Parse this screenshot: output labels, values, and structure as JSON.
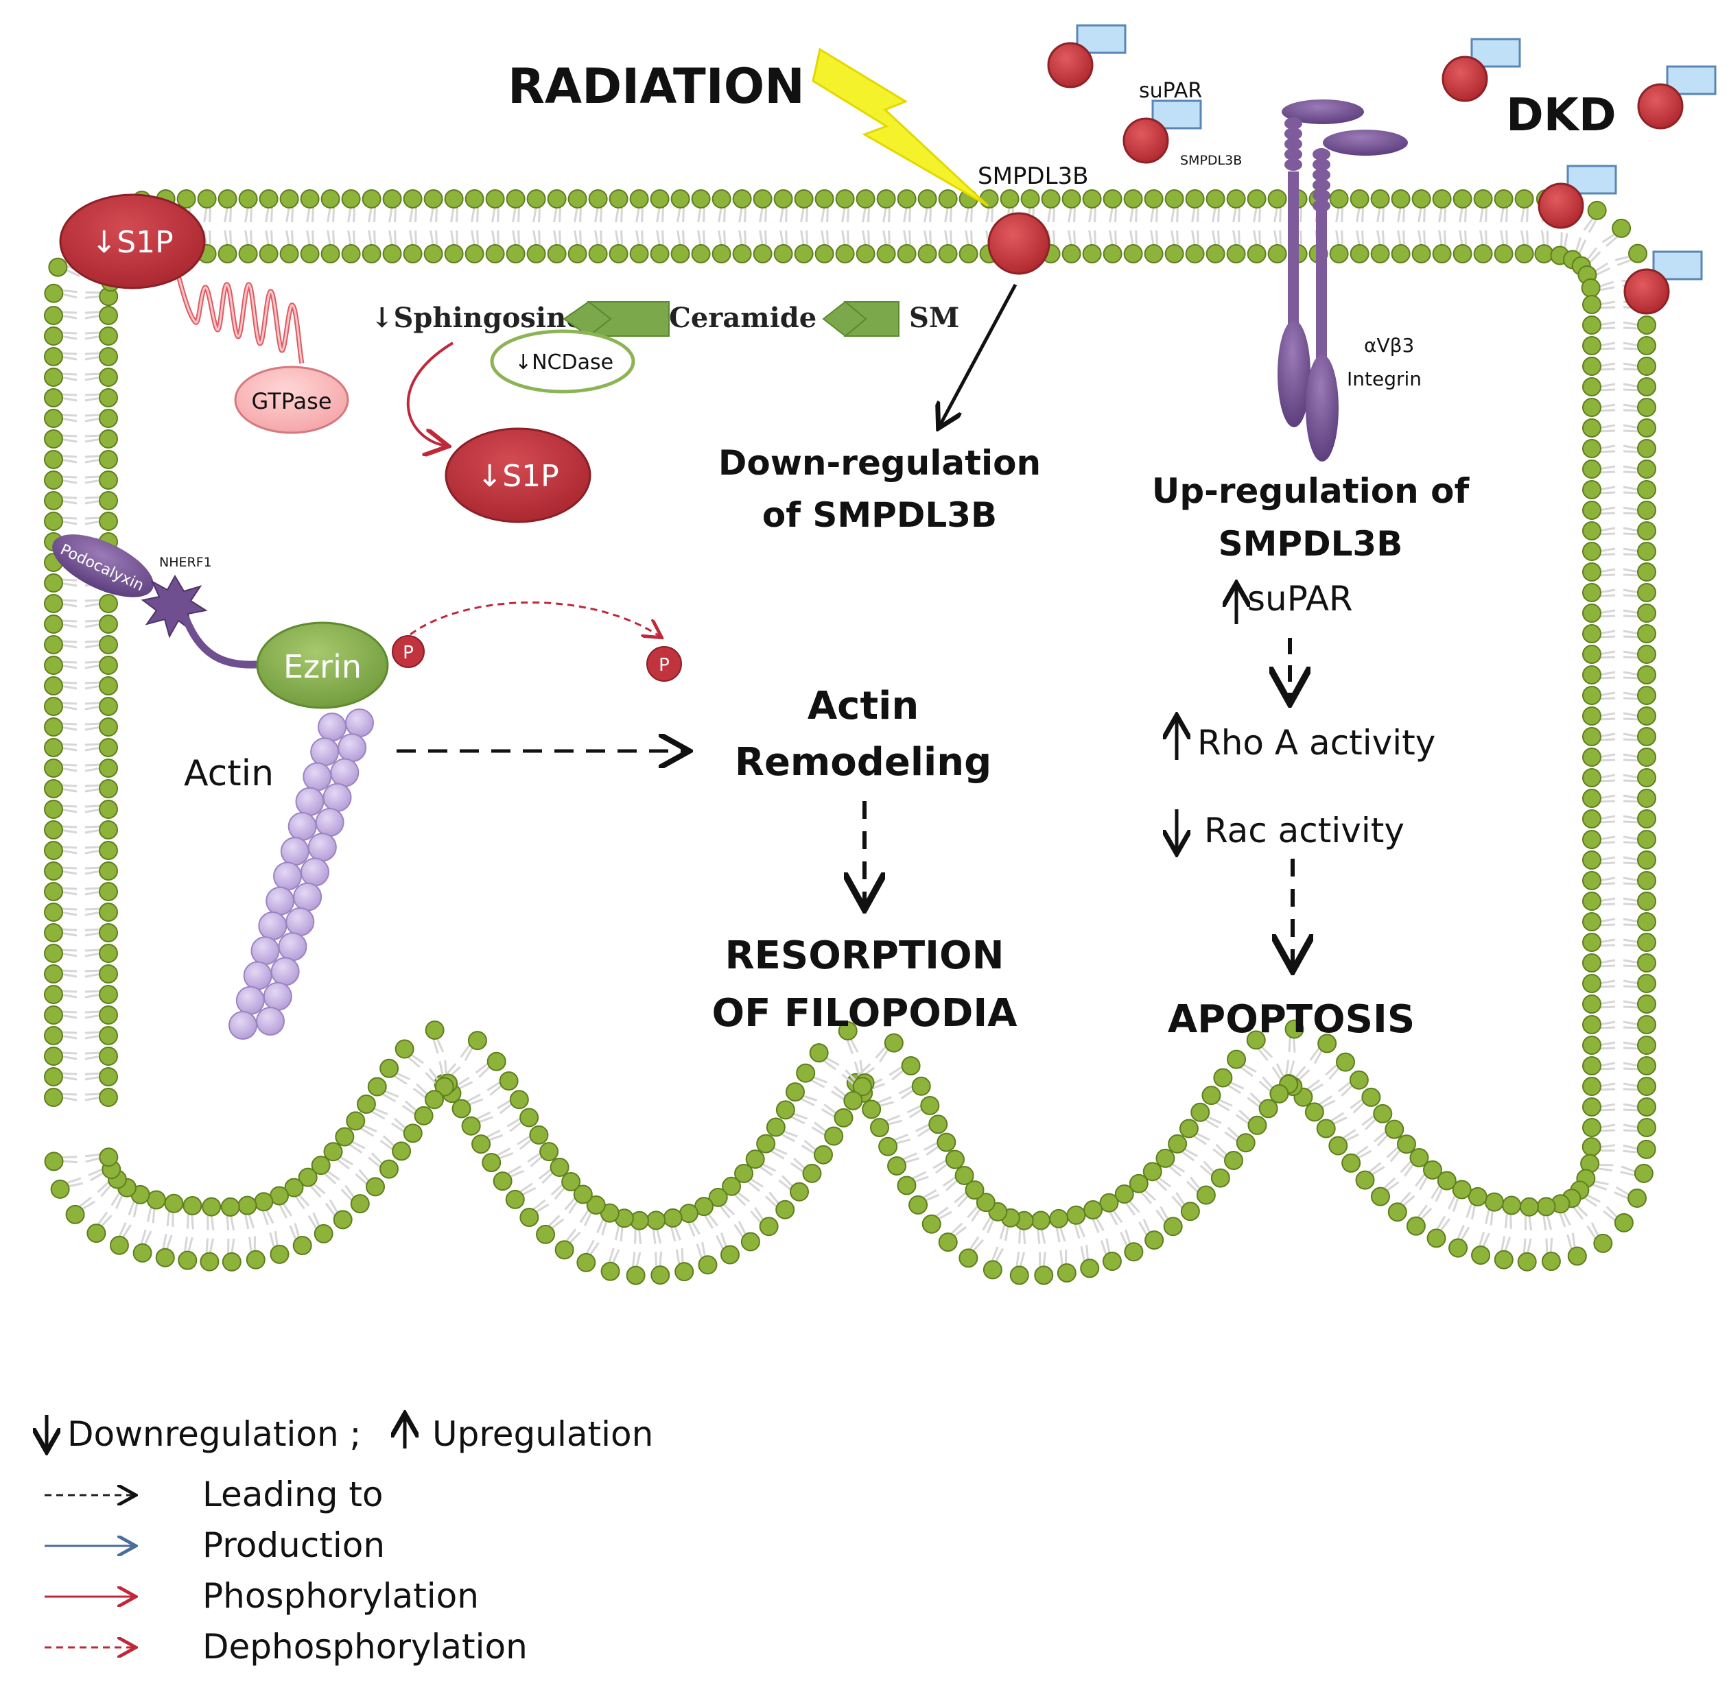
{
  "labels": {
    "radiation": "RADIATION",
    "dkd": "DKD",
    "supar_top": "suPAR",
    "smpdl3b_small": "SMPDL3B",
    "smpdl3b_membrane": "SMPDL3B",
    "s1p_receptor": "↓S1P",
    "s1p_cyto": "↓S1P",
    "gtpase": "GTPase",
    "sphingosine": "↓Sphingosine",
    "ceramide": "Ceramide",
    "sm": "SM",
    "ncdase": "↓NCDase",
    "downreg_line1": "Down-regulation",
    "downreg_line2": "of SMPDL3B",
    "integrin_line1": "αVβ3",
    "integrin_line2": "Integrin",
    "upreg_line1": "Up-regulation of",
    "upreg_line2": "SMPDL3B",
    "supar_up": "suPAR",
    "podocalyxin": "Podocalyxin",
    "nherf1": "NHERF1",
    "ezrin": "Ezrin",
    "p": "P",
    "actin": "Actin",
    "actin_remodeling_1": "Actin",
    "actin_remodeling_2": "Remodeling",
    "resorption_1": "RESORPTION",
    "resorption_2": "OF FILOPODIA",
    "rho_a": "Rho A activity",
    "rac": "Rac activity",
    "apoptosis": "APOPTOSIS"
  },
  "legend": {
    "down_up": "Downregulation ; ",
    "up": "Upregulation",
    "items": [
      {
        "label": "Leading to",
        "style": "dashed",
        "color": "#222222"
      },
      {
        "label": "Production",
        "style": "solid",
        "color": "#4a6e9a"
      },
      {
        "label": "Phosphorylation",
        "style": "solid",
        "color": "#c0283a"
      },
      {
        "label": "Dephosphorylation",
        "style": "dashed",
        "color": "#c0283a"
      }
    ]
  },
  "colors": {
    "lipid_head": "#8db33a",
    "lipid_head_dark": "#5e7f1e",
    "lipid_tail": "#d6d6d6",
    "smpdl3b_red": "#c8363b",
    "supar_blue": "#bfe0f7",
    "s1p_red": "#c1333d",
    "ezrin_green": "#8cb356",
    "actin_purple": "#c9b5e6",
    "integrin_purple": "#7e5b9b",
    "ncdase_green": "#8cb356",
    "chevron_green": "#7aa84a",
    "lightning_yellow": "#f4f22a"
  }
}
